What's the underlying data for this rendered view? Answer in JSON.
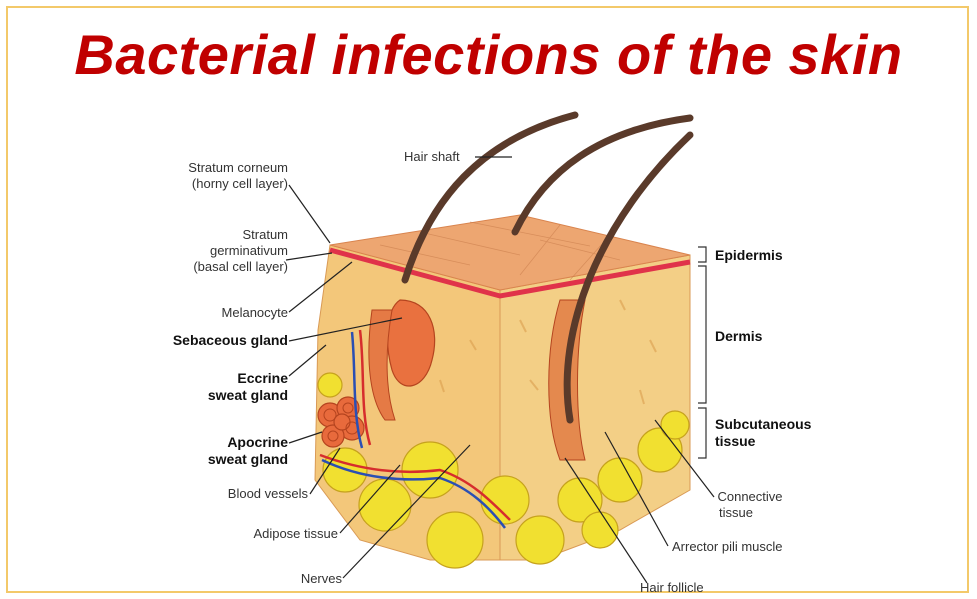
{
  "title": "Bacterial infections of the skin",
  "labels": {
    "hair_shaft": "Hair shaft",
    "stratum_corneum_1": "Stratum corneum",
    "stratum_corneum_2": "(horny cell layer)",
    "stratum_germ_1": "Stratum",
    "stratum_germ_2": "germinativum",
    "stratum_germ_3": "(basal cell layer)",
    "melanocyte": "Melanocyte",
    "sebaceous": "Sebaceous gland",
    "eccrine_1": "Eccrine",
    "eccrine_2": "sweat gland",
    "apocrine_1": "Apocrine",
    "apocrine_2": "sweat gland",
    "blood_vessels": "Blood vessels",
    "adipose": "Adipose tissue",
    "nerves": "Nerves",
    "hair_follicle": "Hair follicle",
    "arrector": "Arrector pili muscle",
    "connective_1": "Connective",
    "connective_2": "tissue",
    "epidermis": "Epidermis",
    "dermis": "Dermis",
    "subcutaneous_1": "Subcutaneous",
    "subcutaneous_2": "tissue"
  },
  "colors": {
    "title": "#c00000",
    "frame": "#f3c96a",
    "epidermis_top": "#e7a06a",
    "dermis": "#f6d58a",
    "fat": "#f2e23a",
    "gland": "#e8683a"
  }
}
